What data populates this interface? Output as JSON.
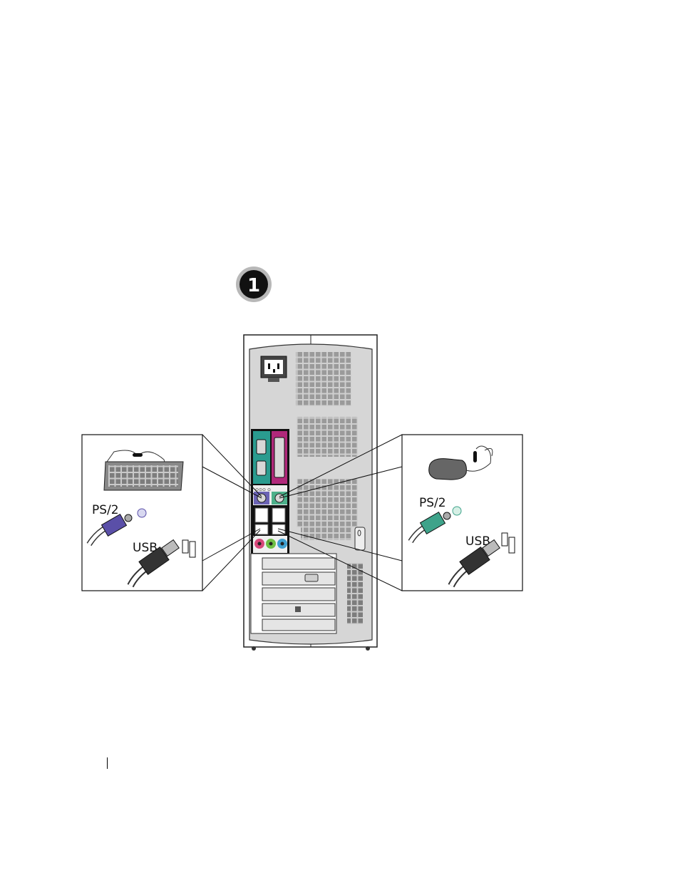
{
  "step": {
    "number": "1"
  },
  "left_panel": {
    "device_icon": "keyboard-icon",
    "ps2_label": "PS/2",
    "usb_label": "USB",
    "ps2_color": "#5a4fa8"
  },
  "right_panel": {
    "device_icon": "mouse-icon",
    "ps2_label": "PS/2",
    "usb_label": "USB",
    "ps2_color": "#3ea38a"
  },
  "port_colors": {
    "serial": "#2a9b8f",
    "parallel": "#b0287a",
    "keyboard_ps2": "#6b63b5",
    "mouse_ps2": "#4cb08a",
    "audio_in": "#d8487a",
    "audio_line": "#6fbf45",
    "audio_out": "#3fa0d0"
  }
}
